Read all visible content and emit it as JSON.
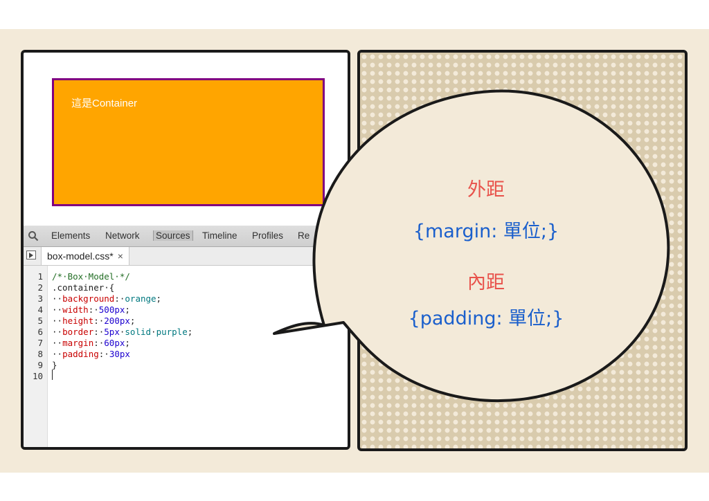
{
  "demo": {
    "label": "這是Container"
  },
  "devtools": {
    "tabs": [
      "Elements",
      "Network",
      "Sources",
      "Timeline",
      "Profiles",
      "Re"
    ],
    "active_tab": "Sources",
    "file_tab": "box-model.css*",
    "file_close": "×"
  },
  "code": {
    "line_numbers": [
      "1",
      "2",
      "3",
      "4",
      "5",
      "6",
      "7",
      "8",
      "9",
      "10"
    ],
    "lines": [
      "/*·Box·Model·*/",
      ".container·{",
      "··background:·orange;",
      "··width:·500px;",
      "··height:·200px;",
      "··border:·5px·solid·purple;",
      "··margin:·60px;",
      "··padding:·30px",
      "}",
      ""
    ]
  },
  "bubble": {
    "outer_title": "外距",
    "outer_code": "{margin: 單位;}",
    "inner_title": "內距",
    "inner_code": "{padding: 單位;}"
  },
  "colors": {
    "box_fill": "#ffa500",
    "box_border": "#800080",
    "title_red": "#e8524b",
    "code_blue": "#1a5fcc"
  }
}
